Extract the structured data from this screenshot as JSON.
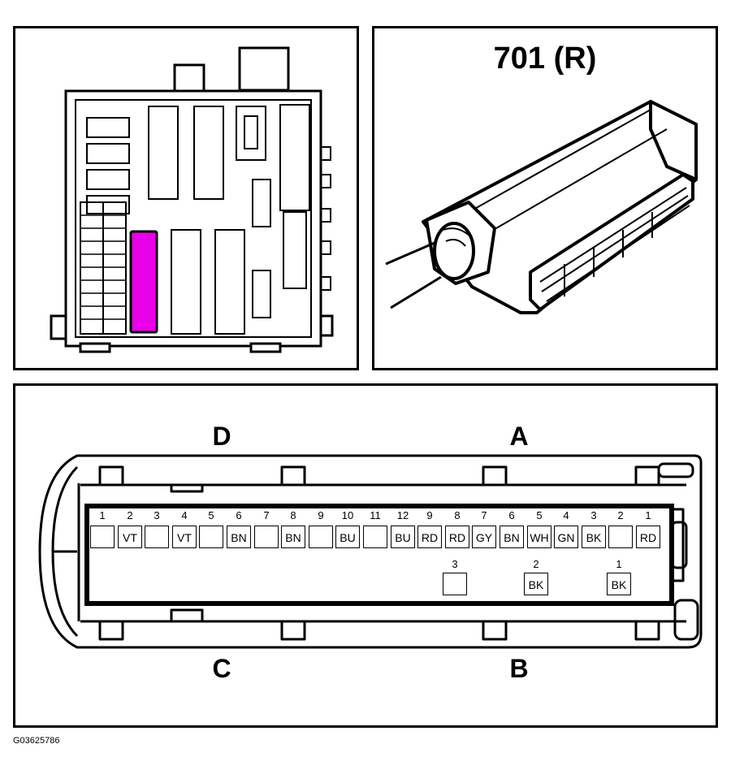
{
  "connector": {
    "title": "701 (R)",
    "side_labels": {
      "d": "D",
      "a": "A",
      "c": "C",
      "b": "B"
    },
    "row_top": [
      {
        "pin": "1",
        "color": ""
      },
      {
        "pin": "2",
        "color": "VT"
      },
      {
        "pin": "3",
        "color": ""
      },
      {
        "pin": "4",
        "color": "VT"
      },
      {
        "pin": "5",
        "color": ""
      },
      {
        "pin": "6",
        "color": "BN"
      },
      {
        "pin": "7",
        "color": ""
      },
      {
        "pin": "8",
        "color": "BN"
      },
      {
        "pin": "9",
        "color": ""
      },
      {
        "pin": "10",
        "color": "BU"
      },
      {
        "pin": "11",
        "color": ""
      },
      {
        "pin": "12",
        "color": "BU"
      },
      {
        "pin": "9",
        "color": "RD"
      },
      {
        "pin": "8",
        "color": "RD"
      },
      {
        "pin": "7",
        "color": "GY"
      },
      {
        "pin": "6",
        "color": "BN"
      },
      {
        "pin": "5",
        "color": "WH"
      },
      {
        "pin": "4",
        "color": "GN"
      },
      {
        "pin": "3",
        "color": "BK"
      },
      {
        "pin": "2",
        "color": ""
      },
      {
        "pin": "1",
        "color": "RD"
      }
    ],
    "row_bottom": [
      {
        "pin": "3",
        "color": ""
      },
      {
        "pin": "2",
        "color": "BK"
      },
      {
        "pin": "1",
        "color": "BK"
      }
    ]
  },
  "fusebox": {
    "highlight_color": "#e800e8"
  },
  "figure_code": "G03625786"
}
